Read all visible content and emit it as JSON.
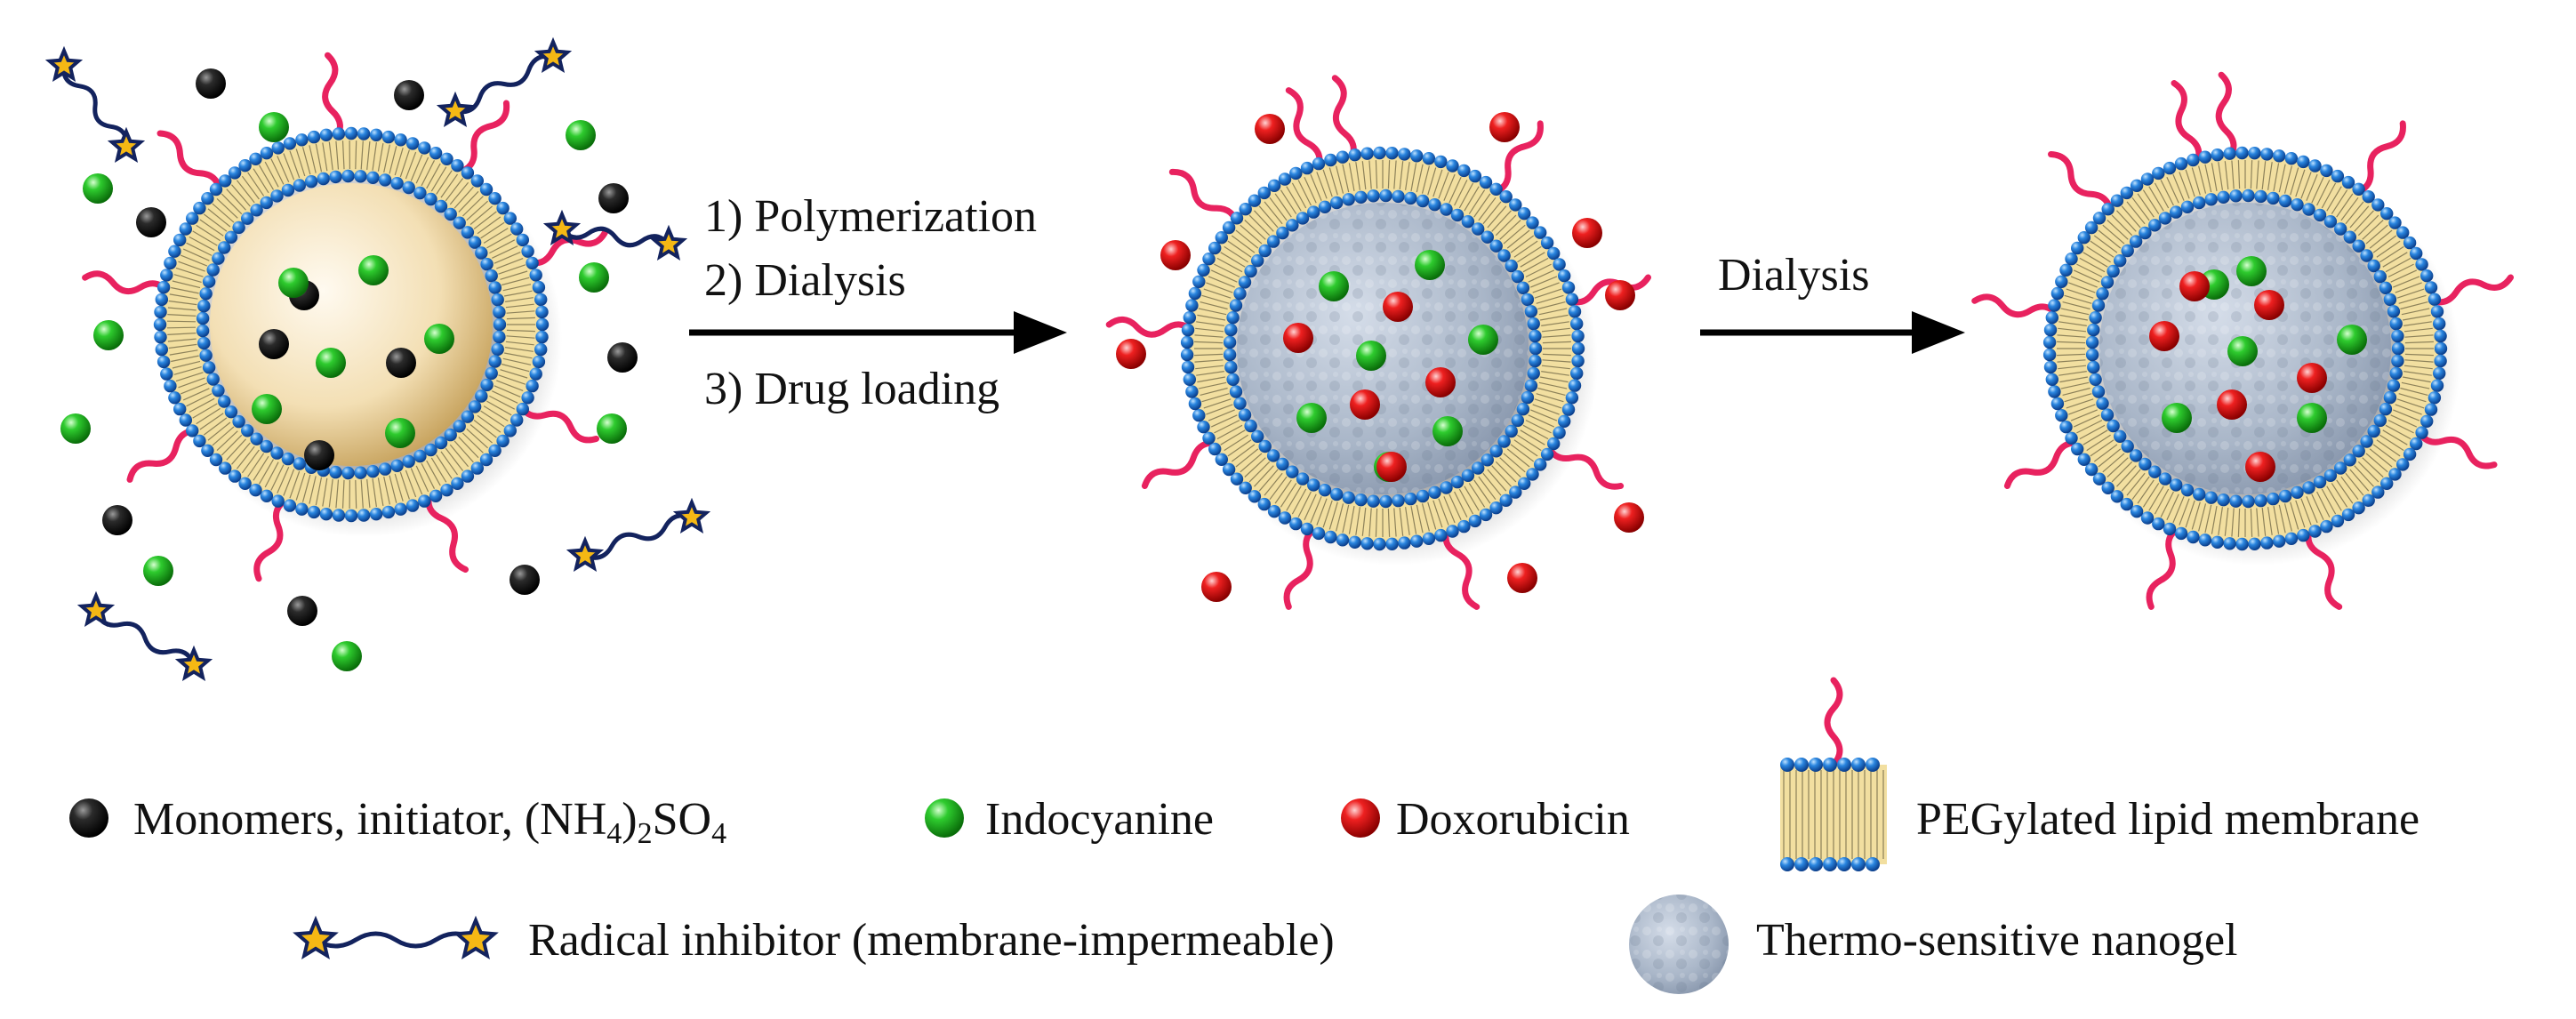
{
  "steps": {
    "step1": "1) Polymerization",
    "step2": "2) Dialysis",
    "step3": "3) Drug loading",
    "dialysis": "Dialysis"
  },
  "legend": {
    "monomers_prefix": "Monomers, initiator, (NH",
    "monomers_sub1": "4",
    "monomers_mid": ")",
    "monomers_sub2": "2",
    "monomers_so": "SO",
    "monomers_sub3": "4",
    "indocyanine": "Indocyanine",
    "doxorubicin": "Doxorubicin",
    "membrane": "PEGylated lipid membrane",
    "inhibitor": "Radical inhibitor (membrane-impermeable)",
    "nanogel": "Thermo-sensitive nanogel"
  },
  "colors": {
    "monomer": "#1a1a1a",
    "indocyanine": "#1fb01f",
    "doxorubicin": "#e01818",
    "lipid_head": "#1e6fd0",
    "lipid_tail_fill": "#f2dfa0",
    "peg": "#e8225f",
    "inhibitor_line": "#13235e",
    "inhibitor_star": "#f5b814",
    "nanogel": "#aab7c9",
    "arrow": "#000000"
  }
}
